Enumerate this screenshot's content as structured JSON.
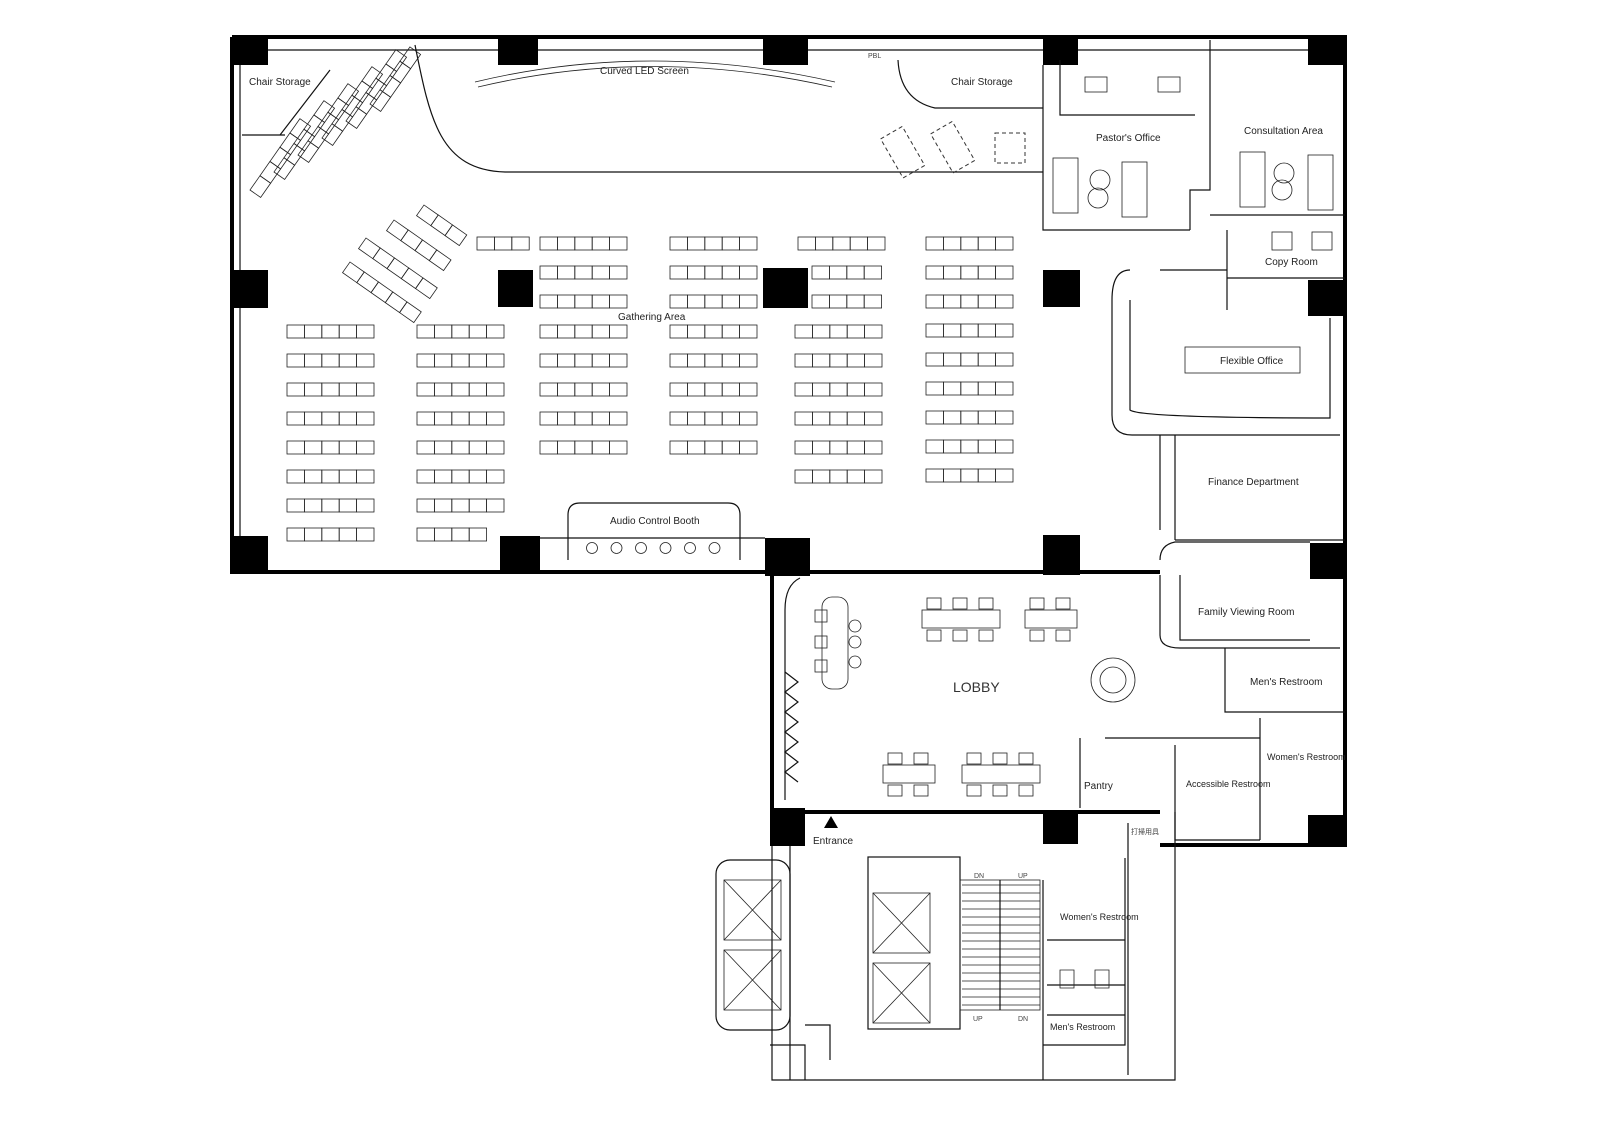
{
  "rooms": {
    "chair_storage_left": "Chair Storage",
    "curved_led_screen": "Curved LED Screen",
    "chair_storage_right": "Chair Storage",
    "pbl": "PBL",
    "pastors_office": "Pastor's Office",
    "consultation_area": "Consultation Area",
    "copy_room": "Copy Room",
    "gathering_area": "Gathering Area",
    "flexible_office": "Flexible Office",
    "finance_department": "Finance Department",
    "audio_control_booth": "Audio Control Booth",
    "family_viewing_room": "Family Viewing Room",
    "lobby": "LOBBY",
    "mens_restroom_right": "Men's Restroom",
    "womens_restroom_right": "Women's Restroom",
    "accessible_restroom": "Accessible Restroom",
    "pantry": "Pantry",
    "entrance": "Entrance",
    "janitor": "打掃用具",
    "womens_restroom_core": "Women's Restroom",
    "mens_restroom_core": "Men's Restroom"
  },
  "stairs": {
    "up": "UP",
    "dn": "DN"
  }
}
